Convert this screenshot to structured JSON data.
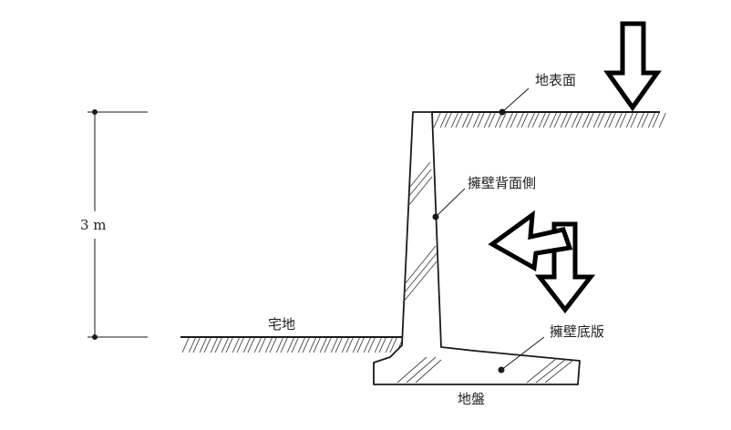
{
  "labels": {
    "ground_surface": "地表面",
    "wall_back_side": "擁壁背面側",
    "wall_base_slab": "擁壁底版",
    "residential_land": "宅地",
    "foundation_ground": "地盤",
    "height_dimension": "3 m"
  },
  "arrows": [
    {
      "direction": "down",
      "meaning": "load on ground surface"
    },
    {
      "direction": "left",
      "meaning": "lateral earth pressure on wall back"
    },
    {
      "direction": "down",
      "meaning": "load on base slab"
    }
  ],
  "colors": {
    "line": "#1a1a1a",
    "hatch": "#444444",
    "background": "#ffffff"
  }
}
